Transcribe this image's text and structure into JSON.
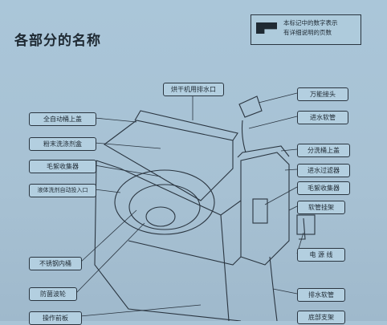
{
  "title": "各部分的名称",
  "legend": {
    "icon": "page-reference-icon",
    "line1": "本标记中的数字表示",
    "line2": "有详细说明的页数"
  },
  "labels": {
    "drain_outlet": "烘干机用排水口",
    "auto_lid": "全自动桶上盖",
    "detergent_box": "粉末洗涤剂盒",
    "lint_collector_left": "毛絮收集器",
    "softener_inlet": "液体洗剂自动投入口",
    "stainless_tub": "不锈钢内桶",
    "pulsator": "防菌波轮",
    "control_panel": "操作前板",
    "universal_joint": "万能接头",
    "inlet_hose": "进水软管",
    "split_tub_lid": "分洗桶上盖",
    "water_filter": "进水过滤器",
    "lint_collector_right": "毛絮收集器",
    "hose_hook": "软管挂架",
    "power_cord": "电 源 线",
    "drain_hose": "排水软管",
    "bottom_cut": "底部支架"
  }
}
